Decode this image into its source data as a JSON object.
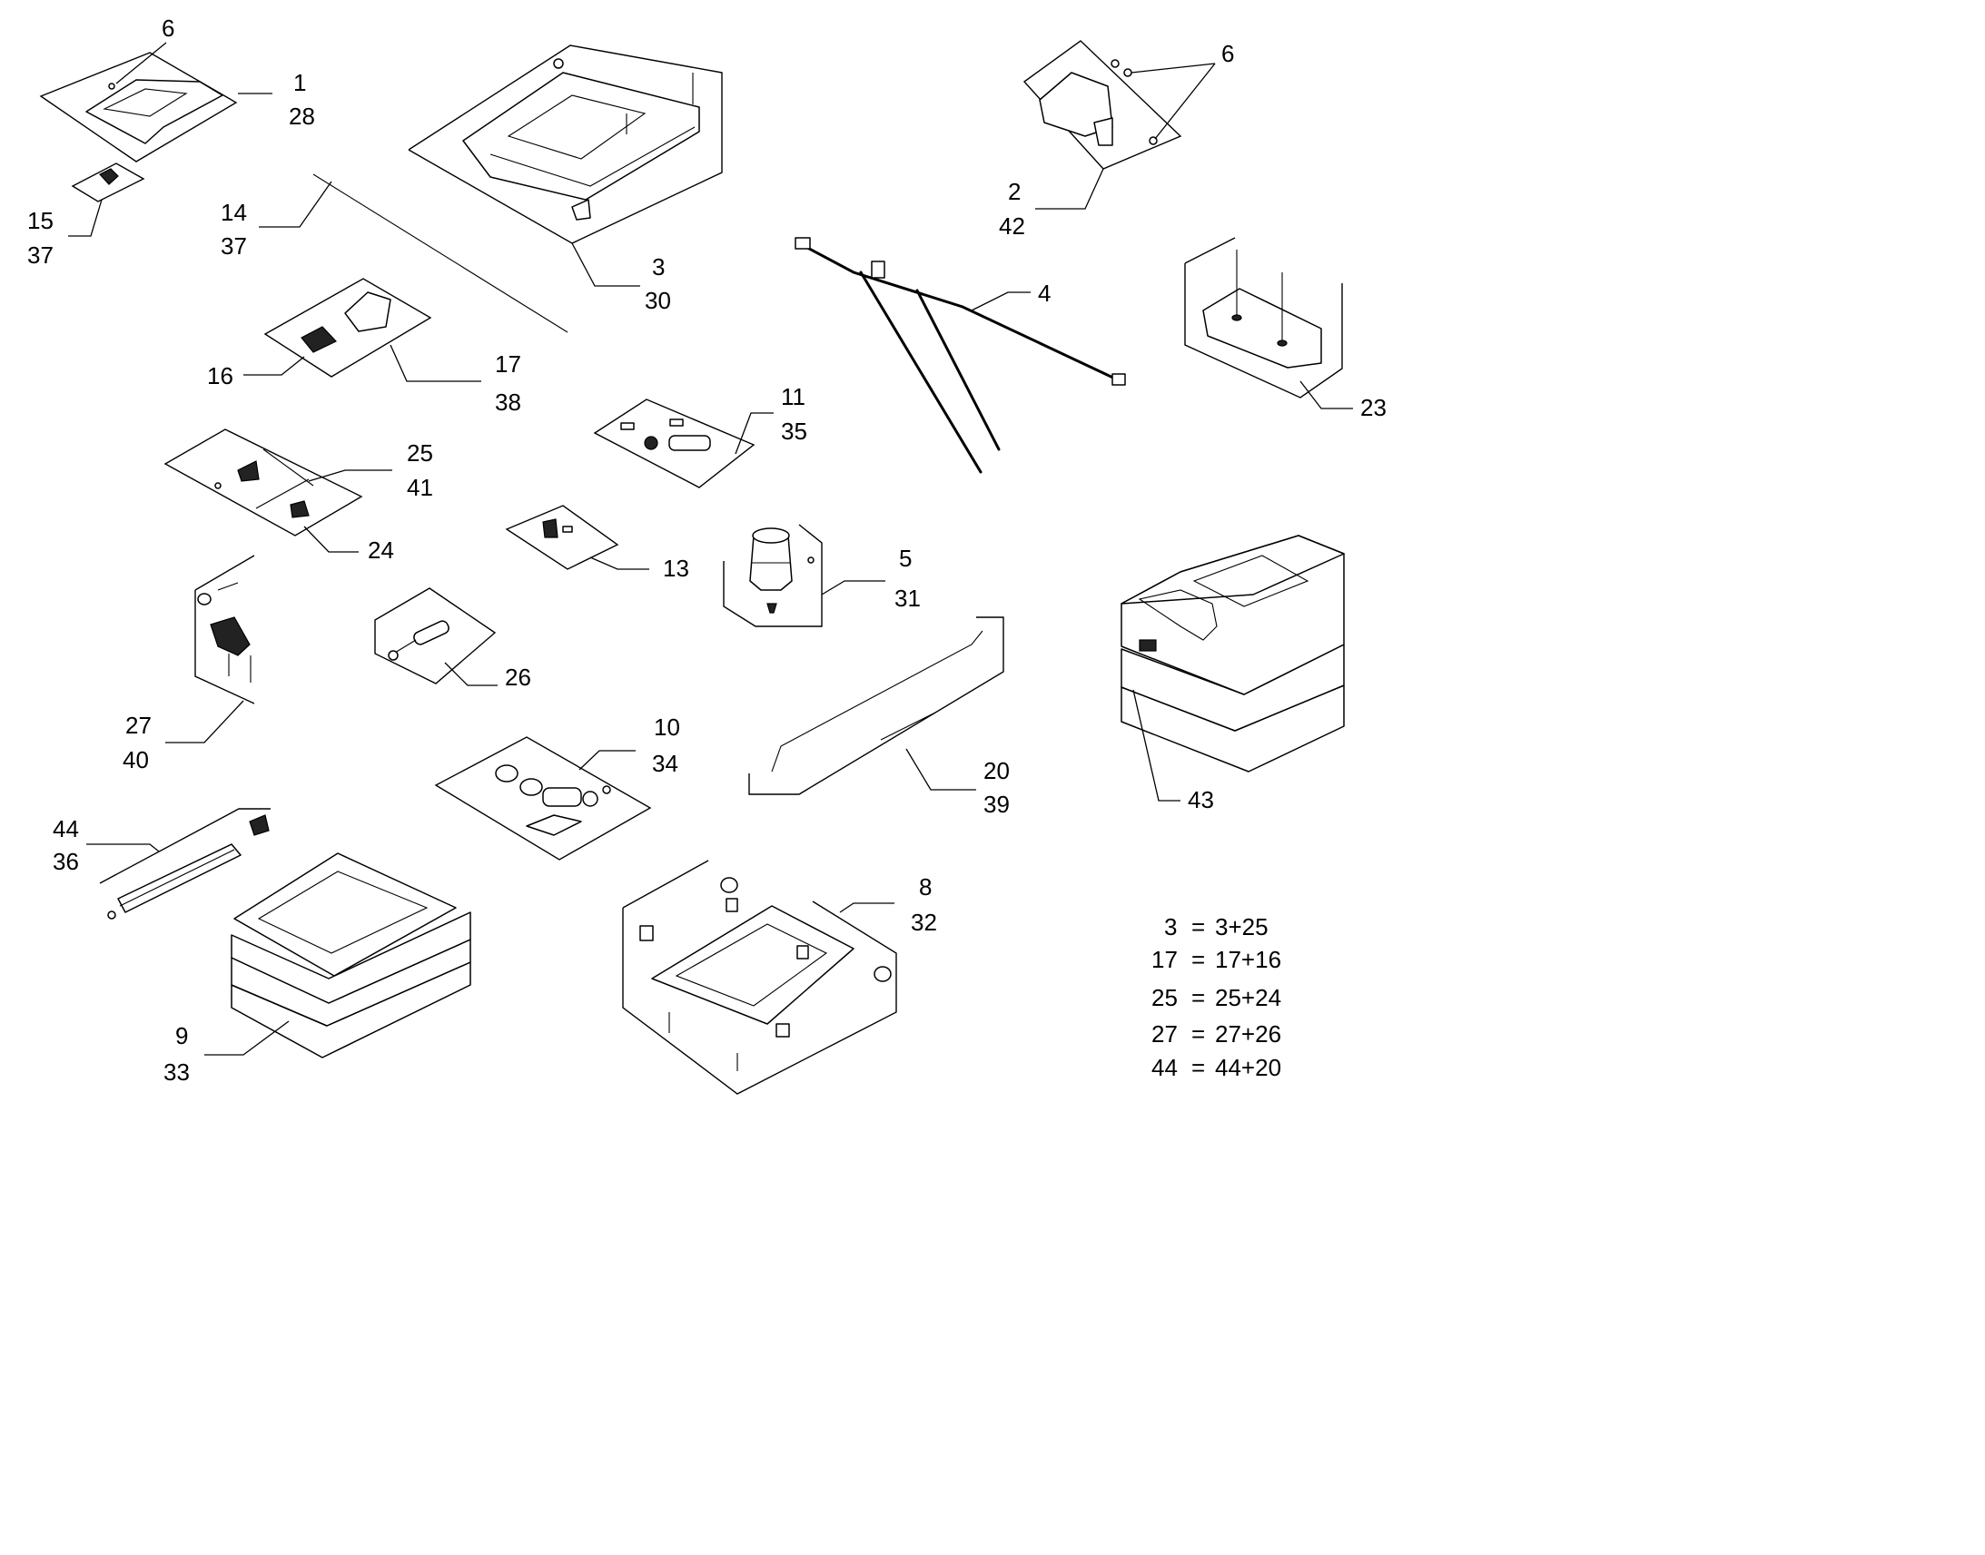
{
  "labels": {
    "l1": "1",
    "l28": "28",
    "l6a": "6",
    "l15": "15",
    "l37a": "37",
    "l14": "14",
    "l37b": "37",
    "l3": "3",
    "l30": "30",
    "l6b": "6",
    "l2": "2",
    "l42": "42",
    "l4": "4",
    "l23": "23",
    "l16": "16",
    "l17": "17",
    "l38": "38",
    "l11": "11",
    "l35": "35",
    "l25": "25",
    "l41": "41",
    "l24": "24",
    "l13": "13",
    "l5": "5",
    "l31": "31",
    "l27": "27",
    "l40": "40",
    "l26": "26",
    "l10": "10",
    "l34": "34",
    "l20": "20",
    "l39": "39",
    "l43": "43",
    "l44": "44",
    "l36": "36",
    "l9": "9",
    "l33": "33",
    "l8": "8",
    "l32": "32"
  },
  "legend": [
    {
      "left": "3",
      "right": "3+25"
    },
    {
      "left": "17",
      "right": "17+16"
    },
    {
      "left": "25",
      "right": "25+24"
    },
    {
      "left": "27",
      "right": "27+26"
    },
    {
      "left": "44",
      "right": "44+20"
    }
  ]
}
